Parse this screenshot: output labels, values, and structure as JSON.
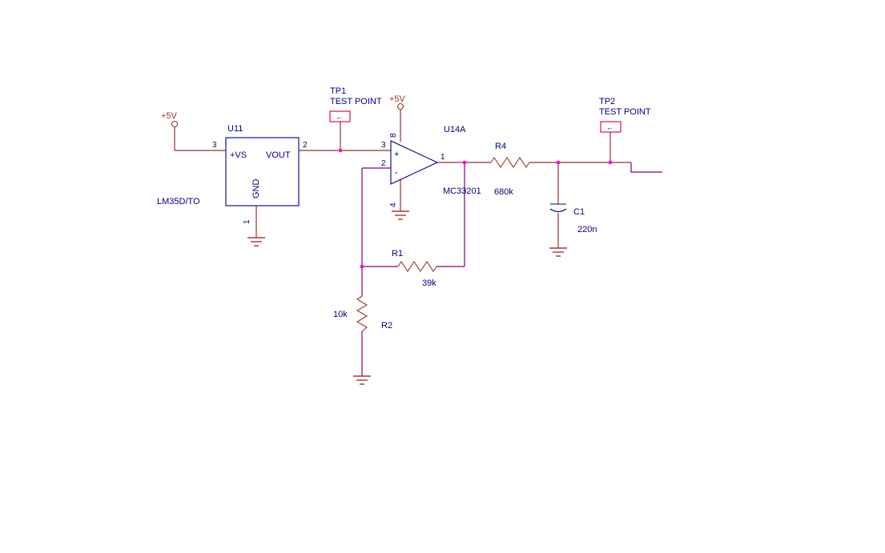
{
  "colors": {
    "background": "#FFFFFF",
    "wire": "#993333",
    "wire_alt": "#800080",
    "component": "#000080",
    "label": "#000080",
    "power": "#993333",
    "ground": "#B03434",
    "junction": "#FF00CC",
    "testpoint": "#CC0044"
  },
  "schematic": {
    "power_left": "+5V",
    "power_opamp": "+5V",
    "u11": {
      "ref": "U11",
      "part": "LM35D/TO",
      "pin_vs": "+VS",
      "pin_vout": "VOUT",
      "pin_gnd": "GND",
      "pin_3": "3",
      "pin_2": "2",
      "pin_1": "1"
    },
    "tp1": {
      "ref": "TP1",
      "label": "TEST POINT",
      "glyph": "←"
    },
    "tp2": {
      "ref": "TP2",
      "label": "TEST POINT",
      "glyph": "←"
    },
    "opamp": {
      "ref": "U14A",
      "part": "MC33201",
      "pin_3": "3",
      "pin_2": "2",
      "pin_8": "8",
      "pin_4": "4",
      "pin_1": "1",
      "noninv": "+",
      "inv": "-"
    },
    "r4": {
      "ref": "R4",
      "value": "680k"
    },
    "r1": {
      "ref": "R1",
      "value": "39k"
    },
    "r2": {
      "ref": "R2",
      "value": "10k"
    },
    "c1": {
      "ref": "C1",
      "value": "220n"
    }
  }
}
